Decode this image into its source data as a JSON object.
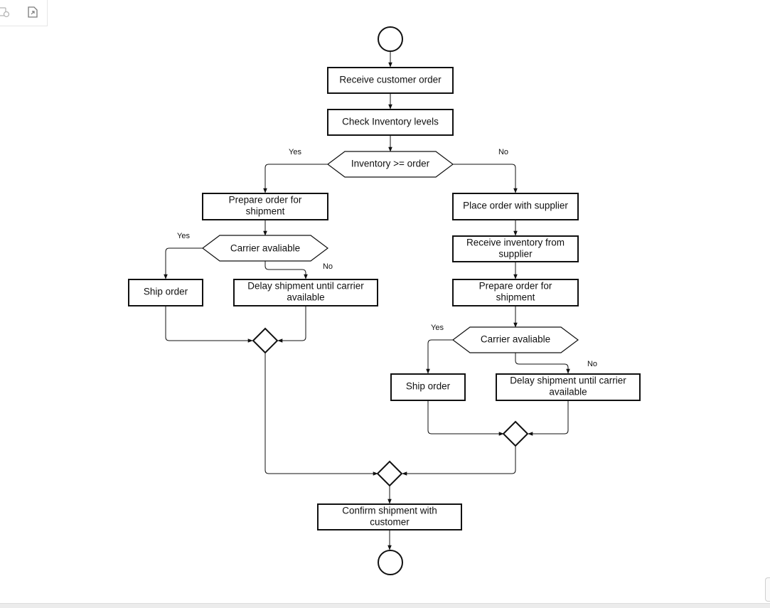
{
  "toolbar": {
    "tools": [
      {
        "icon": "shapes-icon"
      },
      {
        "icon": "fit-to-page-icon"
      }
    ]
  },
  "diagram": {
    "nodes": {
      "receive_order": "Receive customer order",
      "check_inventory": "Check Inventory levels",
      "inventory_decision": "Inventory >= order",
      "left_prepare": [
        "Prepare order for",
        "shipment"
      ],
      "left_carrier": "Carrier avaliable",
      "left_ship": "Ship order",
      "left_delay": [
        "Delay shipment until carrier",
        "available"
      ],
      "place_order": "Place order with supplier",
      "receive_inventory": [
        "Receive inventory from",
        "supplier"
      ],
      "right_prepare": [
        "Prepare order for",
        "shipment"
      ],
      "right_carrier": "Carrier avaliable",
      "right_ship": "Ship order",
      "right_delay": [
        "Delay shipment until carrier",
        "available"
      ],
      "confirm": [
        "Confirm shipment with",
        "customer"
      ]
    },
    "edge_labels": {
      "inventory_yes": "Yes",
      "inventory_no": "No",
      "left_carrier_yes": "Yes",
      "left_carrier_no": "No",
      "right_carrier_yes": "Yes",
      "right_carrier_no": "No"
    }
  }
}
